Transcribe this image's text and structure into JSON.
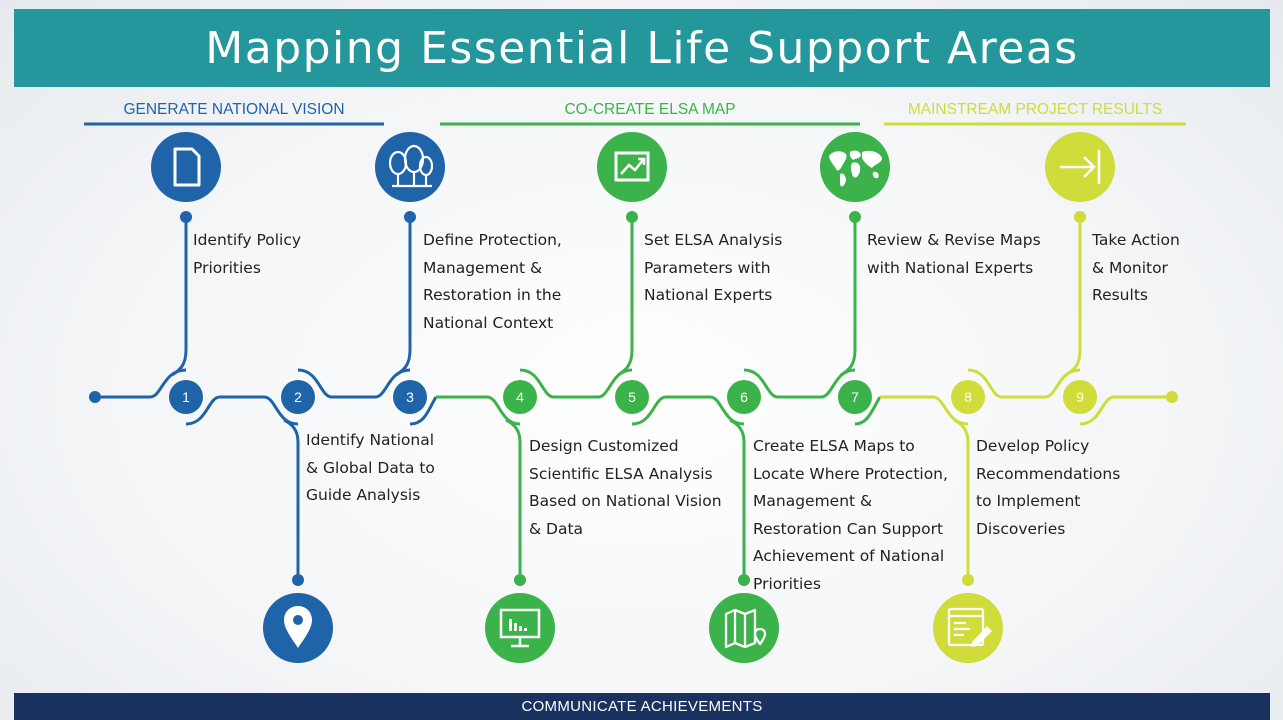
{
  "title": "Mapping Essential Life Support Areas",
  "phases": {
    "generate": "GENERATE NATIONAL VISION",
    "cocreate": "CO-CREATE ELSA MAP",
    "mainstream": "MAINSTREAM PROJECT RESULTS"
  },
  "footer": "COMMUNICATE ACHIEVEMENTS",
  "colors": {
    "title_bg": "#23979b",
    "blue": "#1f63a8",
    "green": "#3bb34a",
    "lime": "#cfdc3a",
    "footer_bg": "#1a3260"
  },
  "steps": [
    {
      "number": "1",
      "lines": [
        "Identify Policy",
        "Priorities"
      ],
      "icon": "document-icon"
    },
    {
      "number": "2",
      "lines": [
        "Identify National",
        "& Global Data to",
        "Guide Analysis"
      ],
      "icon": "location-pin-icon"
    },
    {
      "number": "3",
      "lines": [
        "Define Protection,",
        "Management &",
        "Restoration in the",
        "National Context"
      ],
      "icon": "trees-icon"
    },
    {
      "number": "4",
      "lines": [
        "Design Customized",
        "Scientific ELSA Analysis",
        "Based on National Vision",
        "& Data"
      ],
      "icon": "monitor-chart-icon"
    },
    {
      "number": "5",
      "lines": [
        "Set ELSA Analysis",
        "Parameters with",
        "National Experts"
      ],
      "icon": "trend-chart-icon"
    },
    {
      "number": "6",
      "lines": [
        "Create ELSA Maps to",
        "Locate Where Protection,",
        "Management &",
        "Restoration Can Support",
        "Achievement of National",
        "Priorities"
      ],
      "icon": "folded-map-icon"
    },
    {
      "number": "7",
      "lines": [
        "Review & Revise Maps",
        "with National Experts"
      ],
      "icon": "world-map-icon"
    },
    {
      "number": "8",
      "lines": [
        "Develop Policy",
        "Recommendations",
        "to Implement",
        "Discoveries"
      ],
      "icon": "form-edit-icon"
    },
    {
      "number": "9",
      "lines": [
        "Take Action",
        "& Monitor",
        "Results"
      ],
      "icon": "arrow-target-icon"
    }
  ]
}
